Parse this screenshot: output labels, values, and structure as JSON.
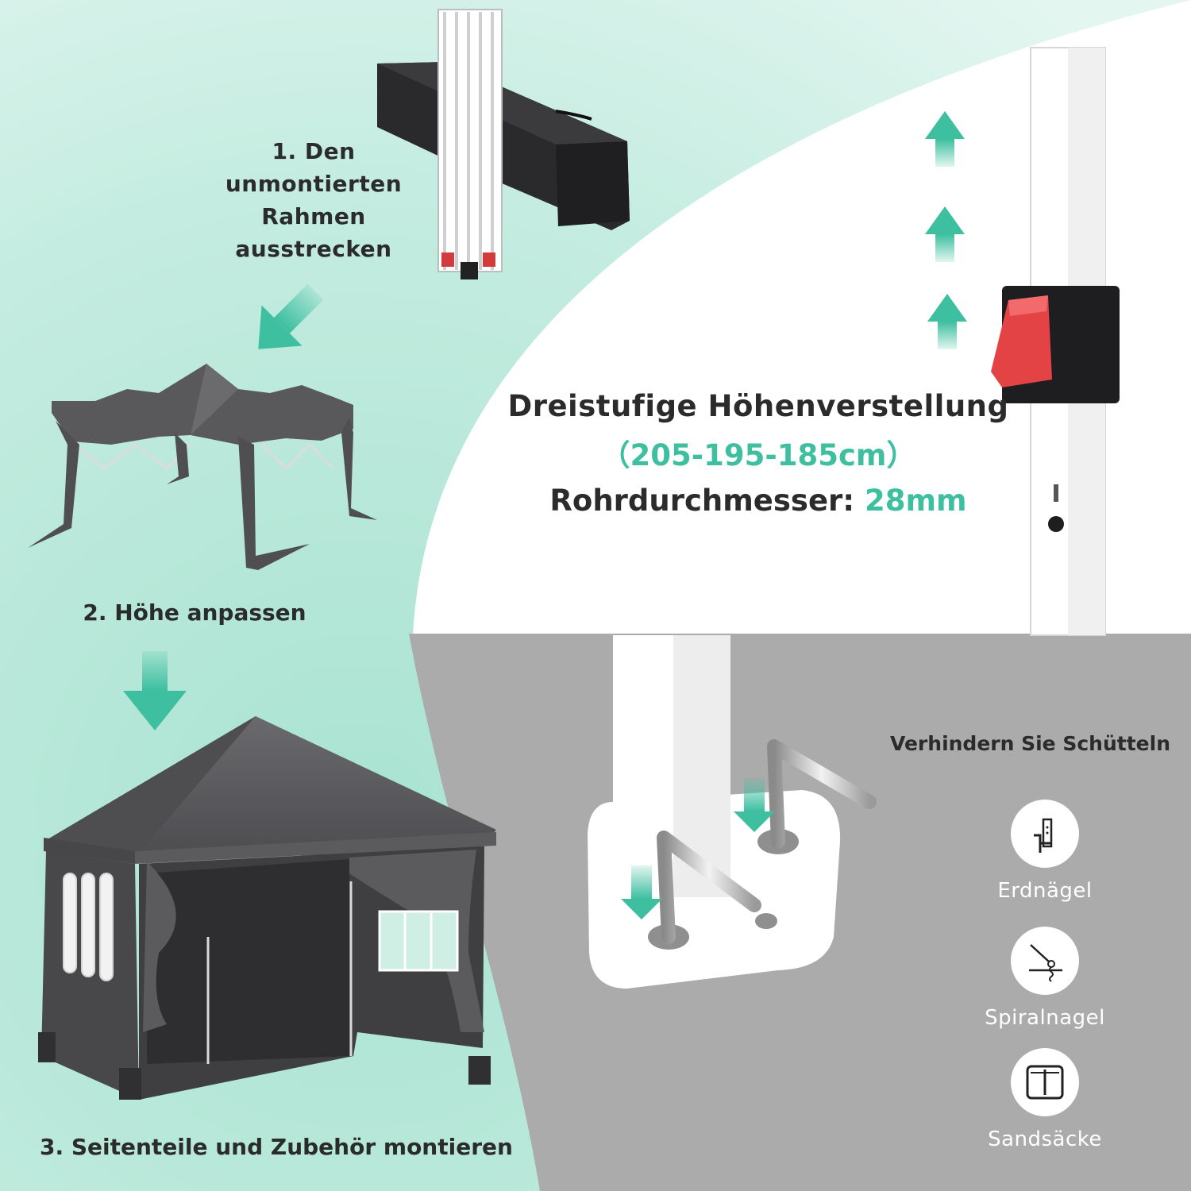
{
  "steps": {
    "step1_lines": [
      "1. Den",
      "unmontierten",
      "Rahmen",
      "ausstrecken"
    ],
    "step2": "2. Höhe anpassen",
    "step3": "3. Seitenteile und Zubehör montieren"
  },
  "height_adjust": {
    "title": "Dreistufige Höhenverstellung",
    "range": "（205-195-185cm）",
    "diameter_label": "Rohrdurchmesser: ",
    "diameter_value": "28mm"
  },
  "stability": {
    "title": "Verhindern Sie Schütteln",
    "items": [
      {
        "label": "Erdnägel",
        "icon": "ground-stake-icon"
      },
      {
        "label": "Spiralnagel",
        "icon": "spiral-nail-icon"
      },
      {
        "label": "Sandsäcke",
        "icon": "sandbag-icon"
      }
    ]
  },
  "colors": {
    "mint": "#bfe8dc",
    "accent": "#3dbfa0",
    "tent": "#57575a",
    "panel_gray": "#aeaeae"
  }
}
